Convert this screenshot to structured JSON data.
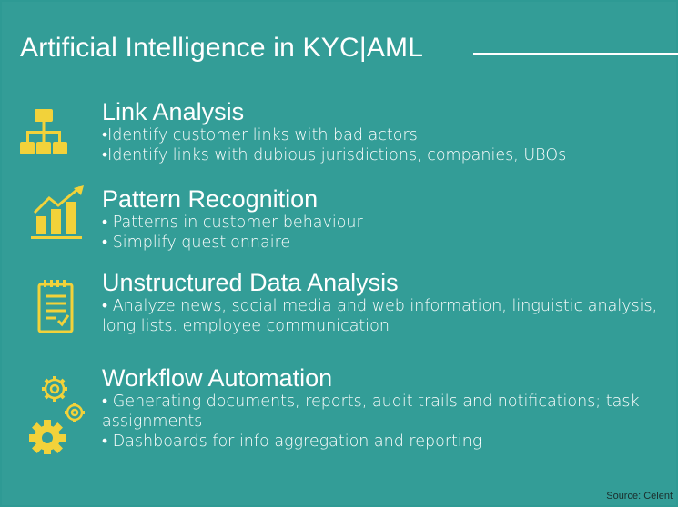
{
  "title": "Artificial Intelligence in KYC|AML",
  "sections": [
    {
      "heading": "Link Analysis",
      "icon": "hierarchy-icon",
      "bullets": [
        "•Identify customer links with bad actors",
        "•Identify links with dubious jurisdictions, companies, UBOs"
      ]
    },
    {
      "heading": "Pattern Recognition",
      "icon": "growth-chart-icon",
      "bullets": [
        "• Patterns in customer behaviour",
        "• Simplify questionnaire"
      ]
    },
    {
      "heading": "Unstructured Data Analysis",
      "icon": "notepad-checklist-icon",
      "bullets": [
        "• Analyze news, social media and web information, linguistic analysis, long lists. employee communication"
      ]
    },
    {
      "heading": "Workflow Automation",
      "icon": "gears-icon",
      "bullets": [
        "• Generating documents, reports, audit trails and notifications; task assignments",
        "• Dashboards for info aggregation and reporting"
      ]
    }
  ],
  "source": "Source: Celent",
  "colors": {
    "background": "#339d97",
    "icon": "#f2d23a",
    "text": "#ffffff"
  }
}
